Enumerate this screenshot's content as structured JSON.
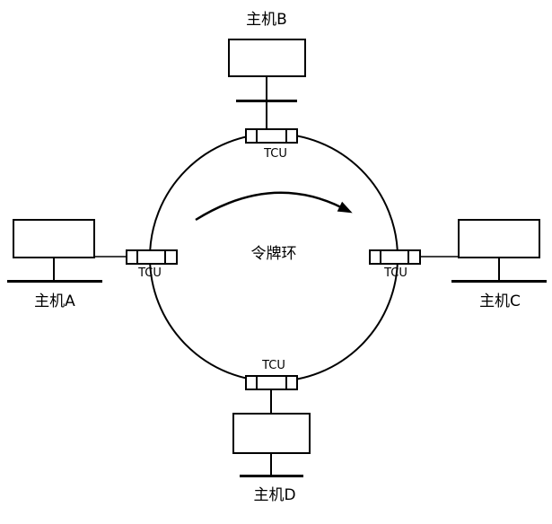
{
  "diagram": {
    "center_label": "令牌环",
    "hosts": {
      "a": {
        "label": "主机A"
      },
      "b": {
        "label": "主机B"
      },
      "c": {
        "label": "主机C"
      },
      "d": {
        "label": "主机D"
      }
    },
    "tcus": {
      "top": {
        "label": "TCU"
      },
      "left": {
        "label": "TCU"
      },
      "right": {
        "label": "TCU"
      },
      "bottom": {
        "label": "TCU"
      }
    },
    "colors": {
      "line": "#000000",
      "background": "#ffffff"
    }
  }
}
